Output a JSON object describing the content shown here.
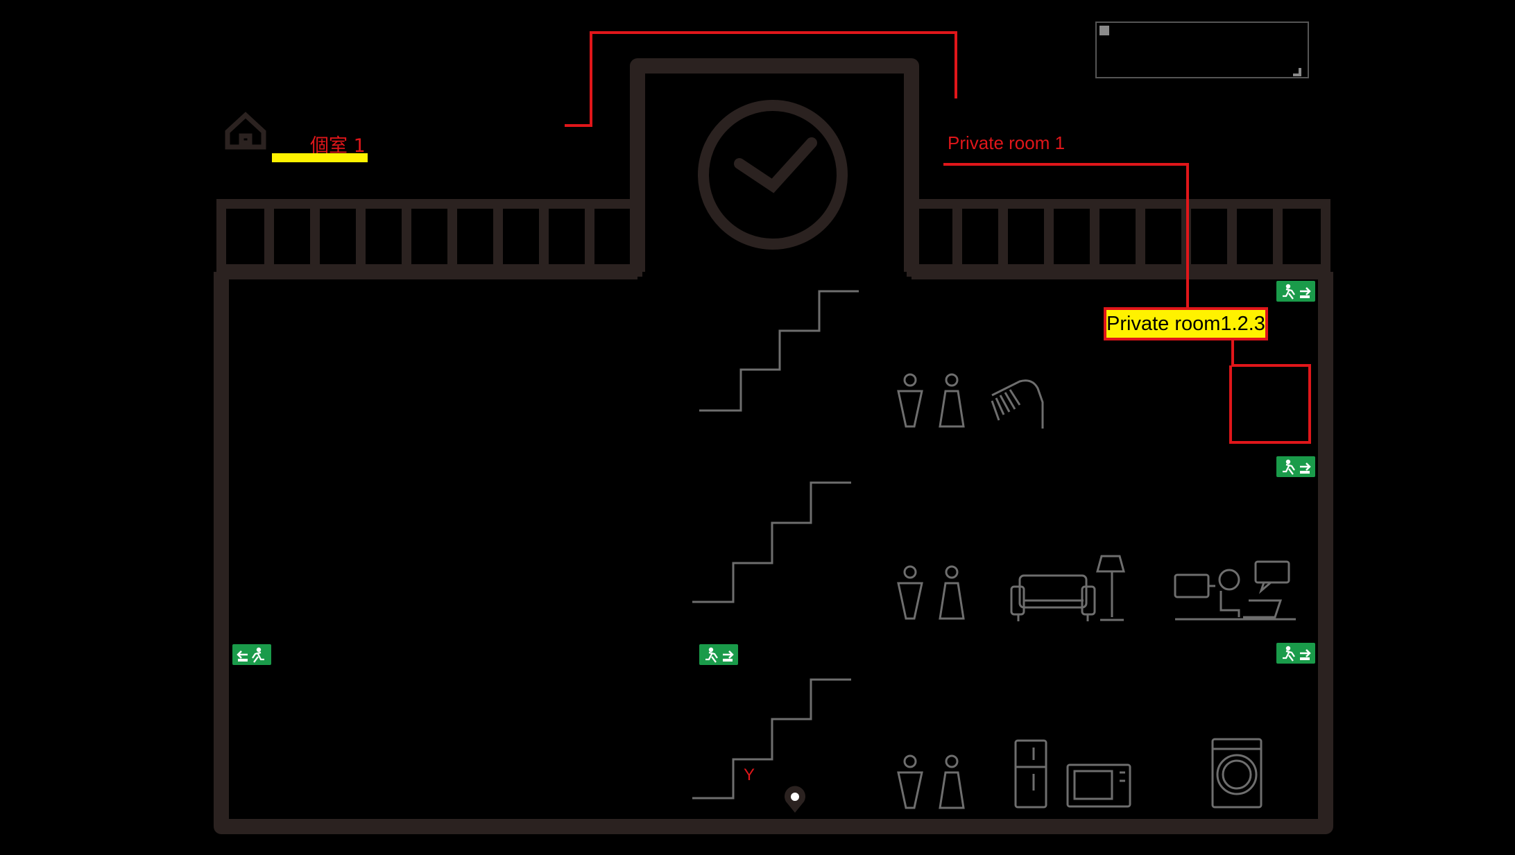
{
  "labels": {
    "title_jp": "個室 1",
    "title_en": "Private room 1",
    "highlight": "Private room1.2.3",
    "marker": "Y"
  },
  "colors": {
    "background": "#000000",
    "building": "#2b2220",
    "fixture": "#6e6e6e",
    "accent_red": "#e0161a",
    "highlight_yellow": "#fff200",
    "exit_green": "#1a9b4a"
  },
  "icons": [
    "home-icon",
    "clock-icon",
    "stairs-icon",
    "restroom-icon",
    "shower-icon",
    "sofa-icon",
    "floor-lamp-icon",
    "desk-worker-icon",
    "refrigerator-icon",
    "microwave-icon",
    "washing-machine-icon",
    "location-pin-icon",
    "exit-sign-icon"
  ]
}
